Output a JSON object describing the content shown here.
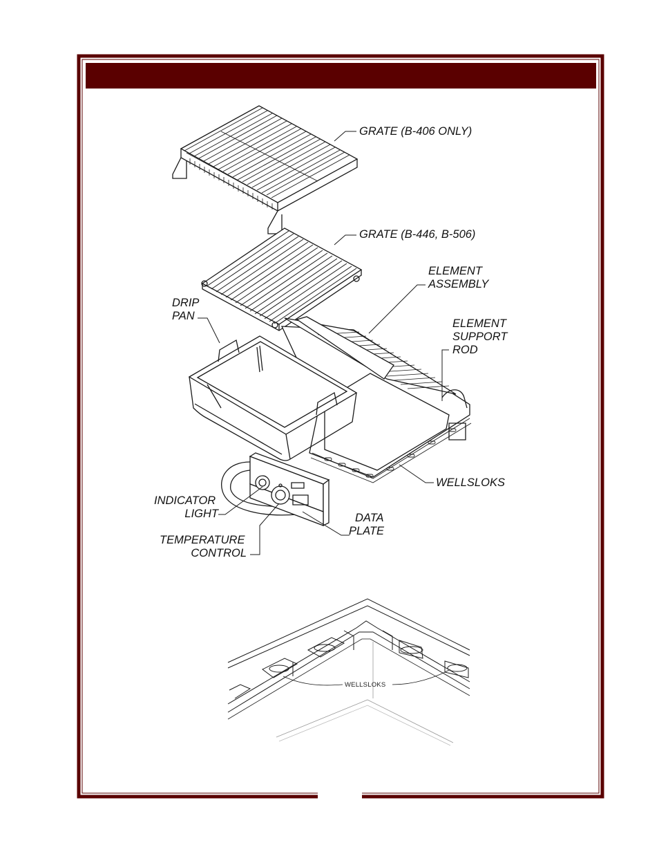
{
  "colors": {
    "frame": "#5a0000",
    "header_bar": "#5a0000",
    "line": "#1a1a1a"
  },
  "labels": {
    "grate_b406": "GRATE (B-406 ONLY)",
    "grate_b446": "GRATE (B-446, B-506)",
    "element_assembly_1": "ELEMENT",
    "element_assembly_2": "ASSEMBLY",
    "drip_pan_1": "DRIP",
    "drip_pan_2": "PAN",
    "element_rod_1": "ELEMENT",
    "element_rod_2": "SUPPORT",
    "element_rod_3": "ROD",
    "wellsloks": "WELLSLOKS",
    "indicator_1": "INDICATOR",
    "indicator_2": "LIGHT",
    "data_plate_1": "DATA",
    "data_plate_2": "PLATE",
    "temp_1": "TEMPERATURE",
    "temp_2": "CONTROL",
    "detail_wellsloks": "WELLSLOKS"
  }
}
